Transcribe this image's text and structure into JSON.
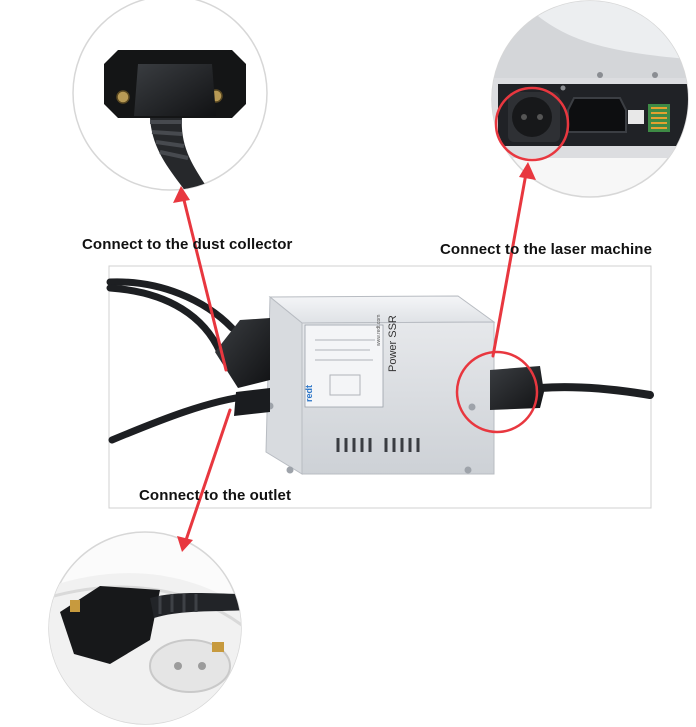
{
  "labels": {
    "dust_collector": "Connect to the dust collector",
    "laser_machine": "Connect to the laser machine",
    "outlet": "Connect to the outlet"
  },
  "device": {
    "brand": "redt",
    "model": "Power SSR",
    "website": "www.redt.com"
  },
  "colors": {
    "arrow": "#e8373f",
    "housing": "#e9ebee",
    "cable": "#1d1f22"
  },
  "icons": {
    "arrow_head": "arrow-up-icon",
    "arrow_head_down": "arrow-down-icon"
  }
}
